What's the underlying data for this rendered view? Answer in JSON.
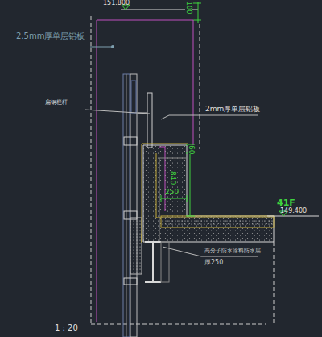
{
  "diagram": {
    "labels": [
      "151.800",
      "100",
      "2.5mm厚单层铝板",
      "扁钢栏杆",
      "2mm厚单层铝板",
      "60",
      "840",
      "250",
      "41F",
      "149.400",
      "高分子防水涂料防水层",
      "厚250",
      "1 : 20"
    ]
  }
}
